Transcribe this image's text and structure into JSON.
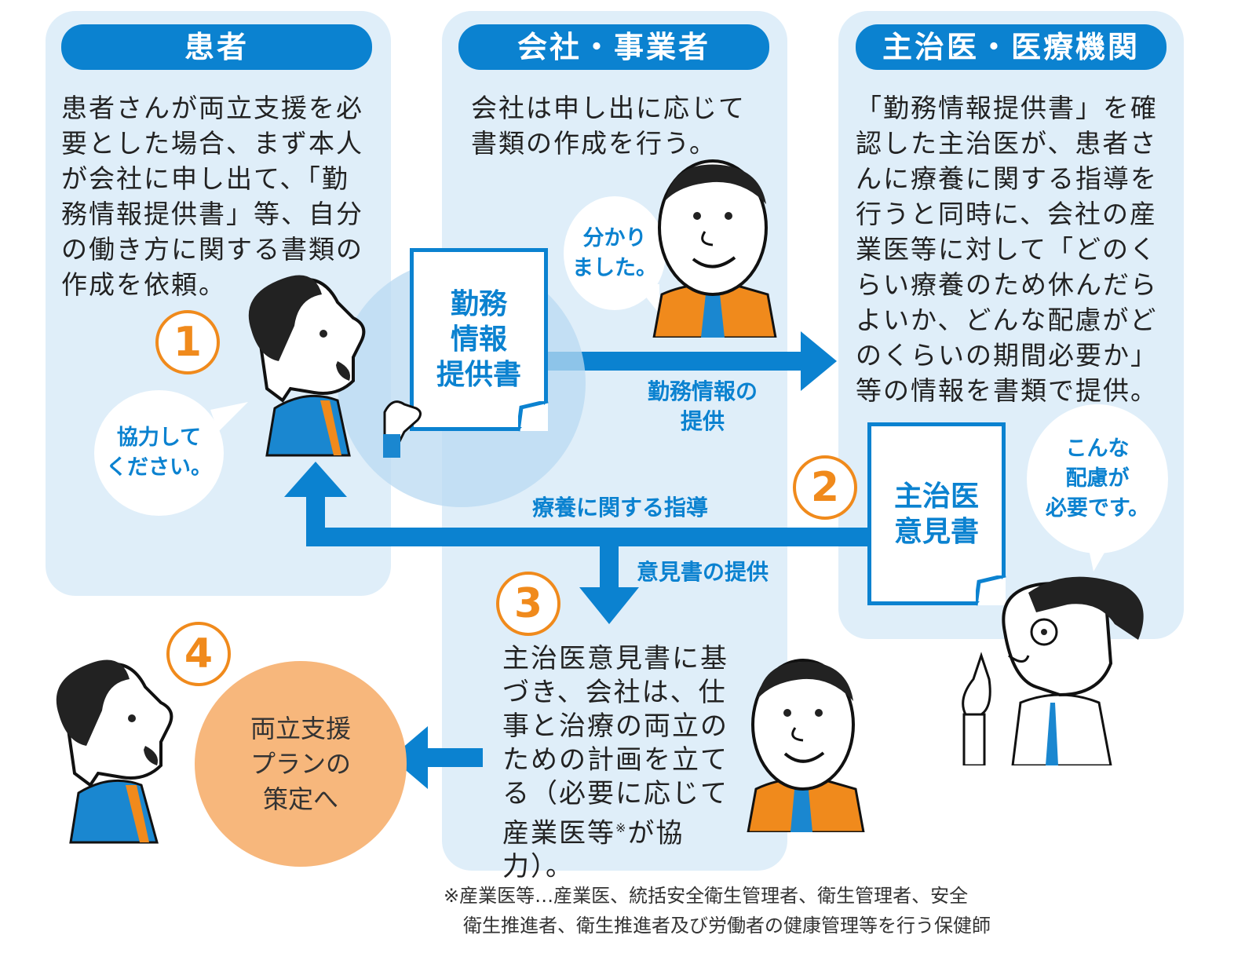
{
  "columns": {
    "patient": {
      "header": "患者",
      "text": "患者さんが両立支援を必要とした場合、まず本人が会社に申し出て、「勤務情報提供書」等、自分の働き方に関する書類の作成を依頼。",
      "bubble": "協力して\nください。"
    },
    "company": {
      "header": "会社・事業者",
      "text": "会社は申し出に応じて書類の作成を行う。",
      "bubble": "分かり\nました。"
    },
    "doctor": {
      "header": "主治医・医療機関",
      "text": "「勤務情報提供書」を確認した主治医が、患者さんに療養に関する指導を行うと同時に、会社の産業医等に対して「どのくらい療養のため休んだらよいか、どんな配慮がどのくらいの期間必要か」等の情報を書類で提供。",
      "bubble": "こんな\n配慮が\n必要です。"
    }
  },
  "documents": {
    "work_info": "勤務\n情報\n提供書",
    "opinion": "主治医\n意見書"
  },
  "arrows": {
    "provide_work_info": "勤務情報の\n提供",
    "guidance": "療養に関する指導",
    "provide_opinion": "意見書の提供"
  },
  "steps": {
    "s1": "1",
    "s2": "2",
    "s3": "3",
    "s4": "4"
  },
  "step3_text": "主治医意見書に基づき、会社は、仕事と治療の両立のための計画を立てる（必要に応じて産業医等",
  "step3_mark": "※",
  "step3_tail": "が協力）。",
  "plan_circle": "両立支援\nプランの\n策定へ",
  "footnote": {
    "line1": "※産業医等…産業医、統括安全衛生管理者、衛生管理者、安全",
    "line2": "衛生推進者、衛生推進者及び労働者の健康管理等を行う保健師"
  },
  "colors": {
    "blue": "#0b82d0",
    "panel": "#dfeef9",
    "orange": "#f08a1c",
    "plan": "#f7b77c"
  }
}
